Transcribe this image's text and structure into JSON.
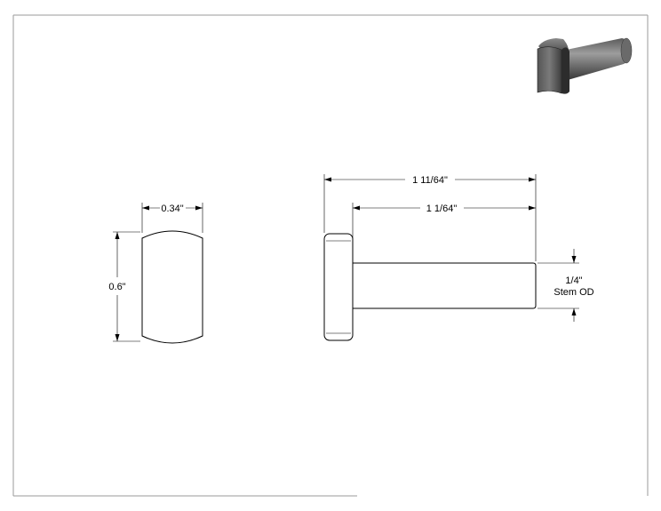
{
  "drawing": {
    "icon": "capped-pin-3d-view-icon",
    "colors": {
      "line": "#000000",
      "frame": "#9a9a9a",
      "background": "#ffffff",
      "part_dark": "#3a3a3a",
      "part_light": "#9d9d9d"
    },
    "dimensions": {
      "head_width": "0.34\"",
      "head_height": "0.6\"",
      "overall_length": "1 11/64\"",
      "stem_length": "1 1/64\"",
      "stem_od_value": "1/4\"",
      "stem_od_label": "Stem OD"
    }
  }
}
